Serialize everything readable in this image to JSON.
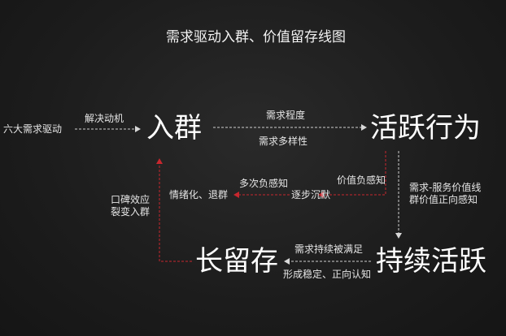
{
  "title": "需求驱动入群、价值留存线图",
  "nodes": {
    "join": "入群",
    "active": "活跃行为",
    "stay": "长留存",
    "sustain": "持续活跃"
  },
  "edges": {
    "source": "六大需求驱动",
    "source_to_join": "解决动机",
    "join_to_active_top": "需求程度",
    "join_to_active_bottom": "需求多样性",
    "active_to_sustain_line1": "需求-服务价值线",
    "active_to_sustain_line2": "群价值正向感知",
    "negative_value": "价值负感知",
    "gradual_silence": "逐步沉默",
    "multi_negative": "多次负感知",
    "emotional_leave": "情绪化、退群",
    "sustain_to_stay_top": "需求持续被满足",
    "sustain_to_stay_bottom": "形成稳定、正向认知",
    "stay_to_join_line1": "口碑效应",
    "stay_to_join_line2": "裂变入群"
  },
  "colors": {
    "positive_line": "#cfcfcf",
    "negative_line": "#c8272e"
  }
}
